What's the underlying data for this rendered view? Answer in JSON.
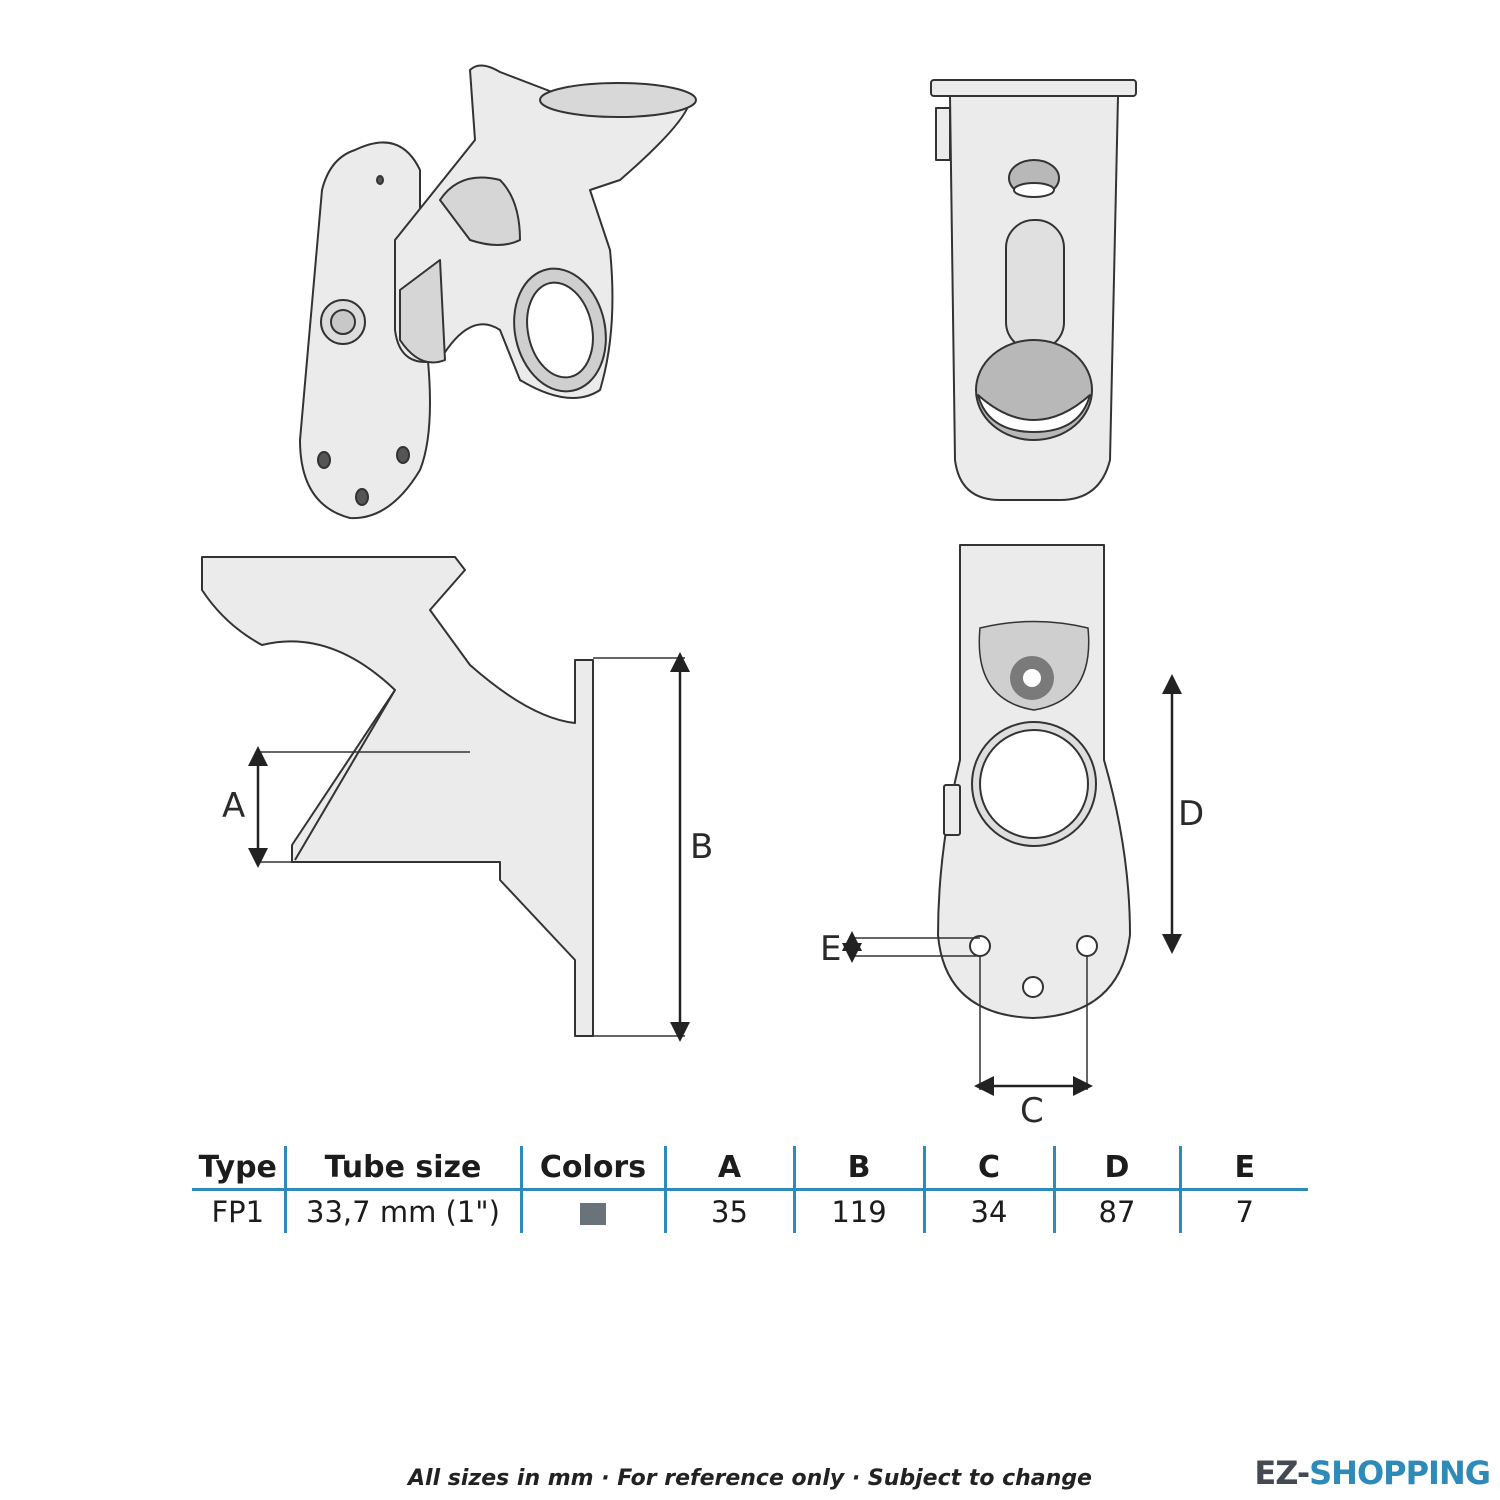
{
  "dimension_labels": {
    "a": "A",
    "b": "B",
    "c": "C",
    "d": "D",
    "e": "E"
  },
  "table": {
    "headers": [
      "Type",
      "Tube size",
      "Colors",
      "A",
      "B",
      "C",
      "D",
      "E"
    ],
    "row": {
      "type": "FP1",
      "tube_size": "33,7 mm (1\")",
      "color_swatch": "#6b737a",
      "a": "35",
      "b": "119",
      "c": "34",
      "d": "87",
      "e": "7"
    }
  },
  "footnote": "All sizes in mm · For reference only · Subject to change",
  "brand": {
    "part1": "EZ-",
    "part2": "SHOPPING"
  },
  "colors": {
    "accent": "#2e8ab8",
    "part_fill": "#ebebeb",
    "outline": "#333333"
  }
}
